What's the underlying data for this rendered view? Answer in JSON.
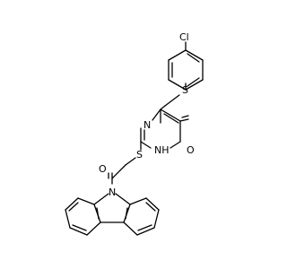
{
  "molecule": {
    "atoms": {
      "cl": {
        "symbol": "Cl",
        "color": "#000000"
      },
      "s_thioether_top": {
        "symbol": "S",
        "color": "#000000"
      },
      "n_ring_upper": {
        "symbol": "N",
        "color": "#000000"
      },
      "n_ring_lower": {
        "symbol": "NH",
        "color": "#000000"
      },
      "o_ring": {
        "symbol": "O",
        "color": "#000000"
      },
      "s_thioether_mid": {
        "symbol": "S",
        "color": "#000000"
      },
      "o_carbonyl": {
        "symbol": "O",
        "color": "#000000"
      },
      "n_carbazole": {
        "symbol": "N",
        "color": "#000000"
      }
    }
  }
}
